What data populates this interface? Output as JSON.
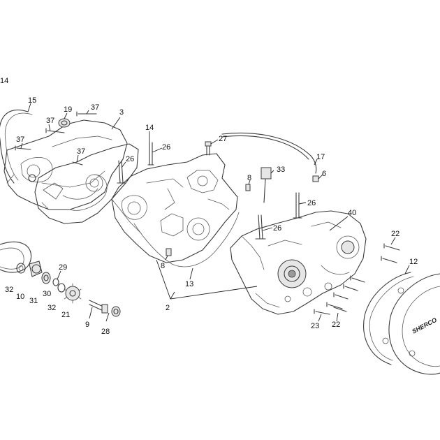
{
  "diagram": {
    "labels": {
      "l14a": "14",
      "l15": "15",
      "l19": "19",
      "l37a": "37",
      "l3": "3",
      "l37b": "37",
      "l37c": "37",
      "l37d": "37",
      "l14": "14",
      "l26a": "26",
      "l26b": "26",
      "l27": "27",
      "l17": "17",
      "l8a": "8",
      "l33": "33",
      "l6": "6",
      "l26c": "26",
      "l40": "40",
      "l26d": "26",
      "l22a": "22",
      "l12": "12",
      "l8b": "8",
      "l13": "13",
      "l2": "2",
      "l29": "29",
      "l32a": "32",
      "l10": "10",
      "l31": "31",
      "l30": "30",
      "l32b": "32",
      "l21": "21",
      "l9": "9",
      "l28": "28",
      "l23": "23",
      "l22b": "22"
    },
    "brand_text": "SHERCO"
  },
  "colors": {
    "line": "#3a3a3a",
    "text": "#111111",
    "background": "#ffffff"
  }
}
